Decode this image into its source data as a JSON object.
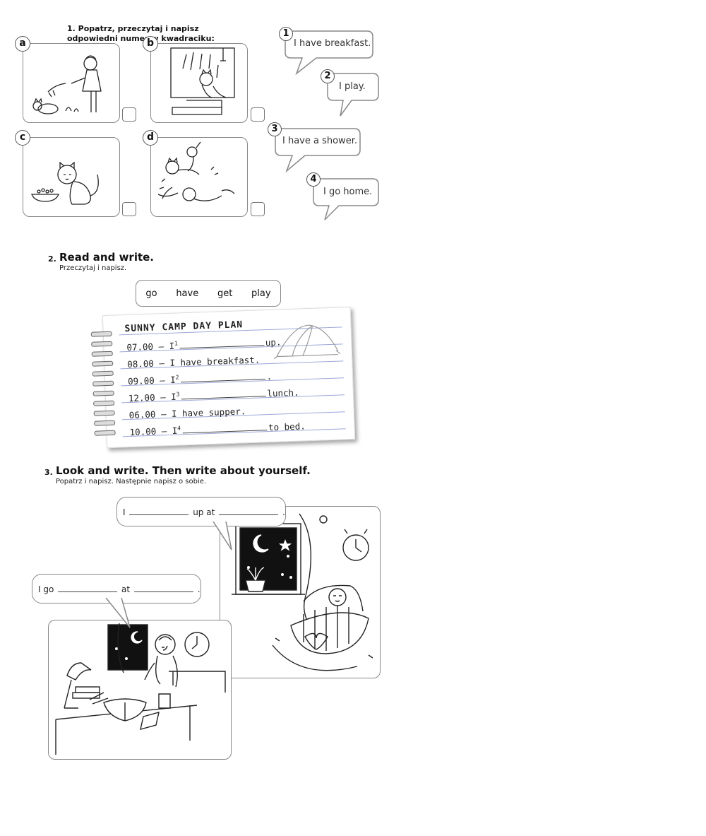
{
  "exercise1": {
    "instruction_line1": "1. Popatrz, przeczytaj i napisz",
    "instruction_line2": "odpowiedni numer w kwadraciku:",
    "pictures": [
      {
        "letter": "a",
        "icon": "cat-garden-hose-icon"
      },
      {
        "letter": "b",
        "icon": "cat-shower-icon"
      },
      {
        "letter": "c",
        "icon": "cat-food-bowl-icon"
      },
      {
        "letter": "d",
        "icon": "cats-playing-icon"
      }
    ],
    "bubbles": [
      {
        "number": "1",
        "text": "I have breakfast."
      },
      {
        "number": "2",
        "text": "I play."
      },
      {
        "number": "3",
        "text": "I have a shower."
      },
      {
        "number": "4",
        "text": "I go home."
      }
    ]
  },
  "exercise2": {
    "number": "2.",
    "title": "Read and write.",
    "subtitle": "Przeczytaj i napisz.",
    "word_bank": [
      "go",
      "have",
      "get",
      "play"
    ],
    "notebook": {
      "title": "SUNNY CAMP DAY PLAN",
      "lines": [
        {
          "time": "07.00 – I",
          "sup": "1",
          "end": "up."
        },
        {
          "time": "08.00 – I have breakfast."
        },
        {
          "time": "09.00 – I",
          "sup": "2",
          "end": "."
        },
        {
          "time": "12.00 – I",
          "sup": "3",
          "end": "lunch."
        },
        {
          "time": "06.00 – I have supper."
        },
        {
          "time": "10.00 – I",
          "sup": "4",
          "end": "to bed."
        }
      ]
    }
  },
  "exercise3": {
    "number": "3.",
    "title": "Look and write. Then write about yourself.",
    "subtitle": "Popatrz i napisz. Następnie napisz o sobie.",
    "bubble_top": {
      "w1": "I",
      "w2": "up at",
      "w3": "."
    },
    "bubble_left": {
      "w1": "I go",
      "w2": "at",
      "w3": "."
    }
  }
}
